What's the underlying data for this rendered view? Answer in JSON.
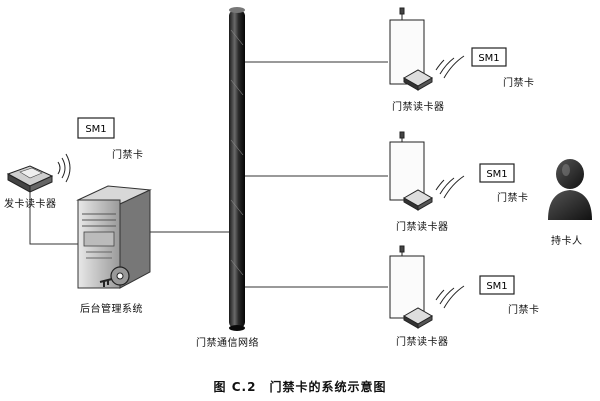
{
  "labels": {
    "issuer": "发卡读卡器",
    "issuer_card": "门禁卡",
    "server": "后台管理系统",
    "network": "门禁通信网络",
    "reader_top": "门禁读卡器",
    "reader_mid": "门禁读卡器",
    "reader_bot": "门禁读卡器",
    "card_top": "门禁卡",
    "card_mid": "门禁卡",
    "card_bot": "门禁卡",
    "holder": "持卡人",
    "sm_issuer": "SM1",
    "sm_top": "SM1",
    "sm_mid": "SM1",
    "sm_bot": "SM1"
  },
  "caption": "图 C.2　门禁卡的系统示意图",
  "icons": {
    "server": "server-icon",
    "issuer_reader": "card-reader-icon",
    "door_reader": "door-reader-icon",
    "card": "sm1-card-icon",
    "wireless": "wireless-waves-icon",
    "person": "person-icon",
    "network": "network-backbone-icon"
  }
}
